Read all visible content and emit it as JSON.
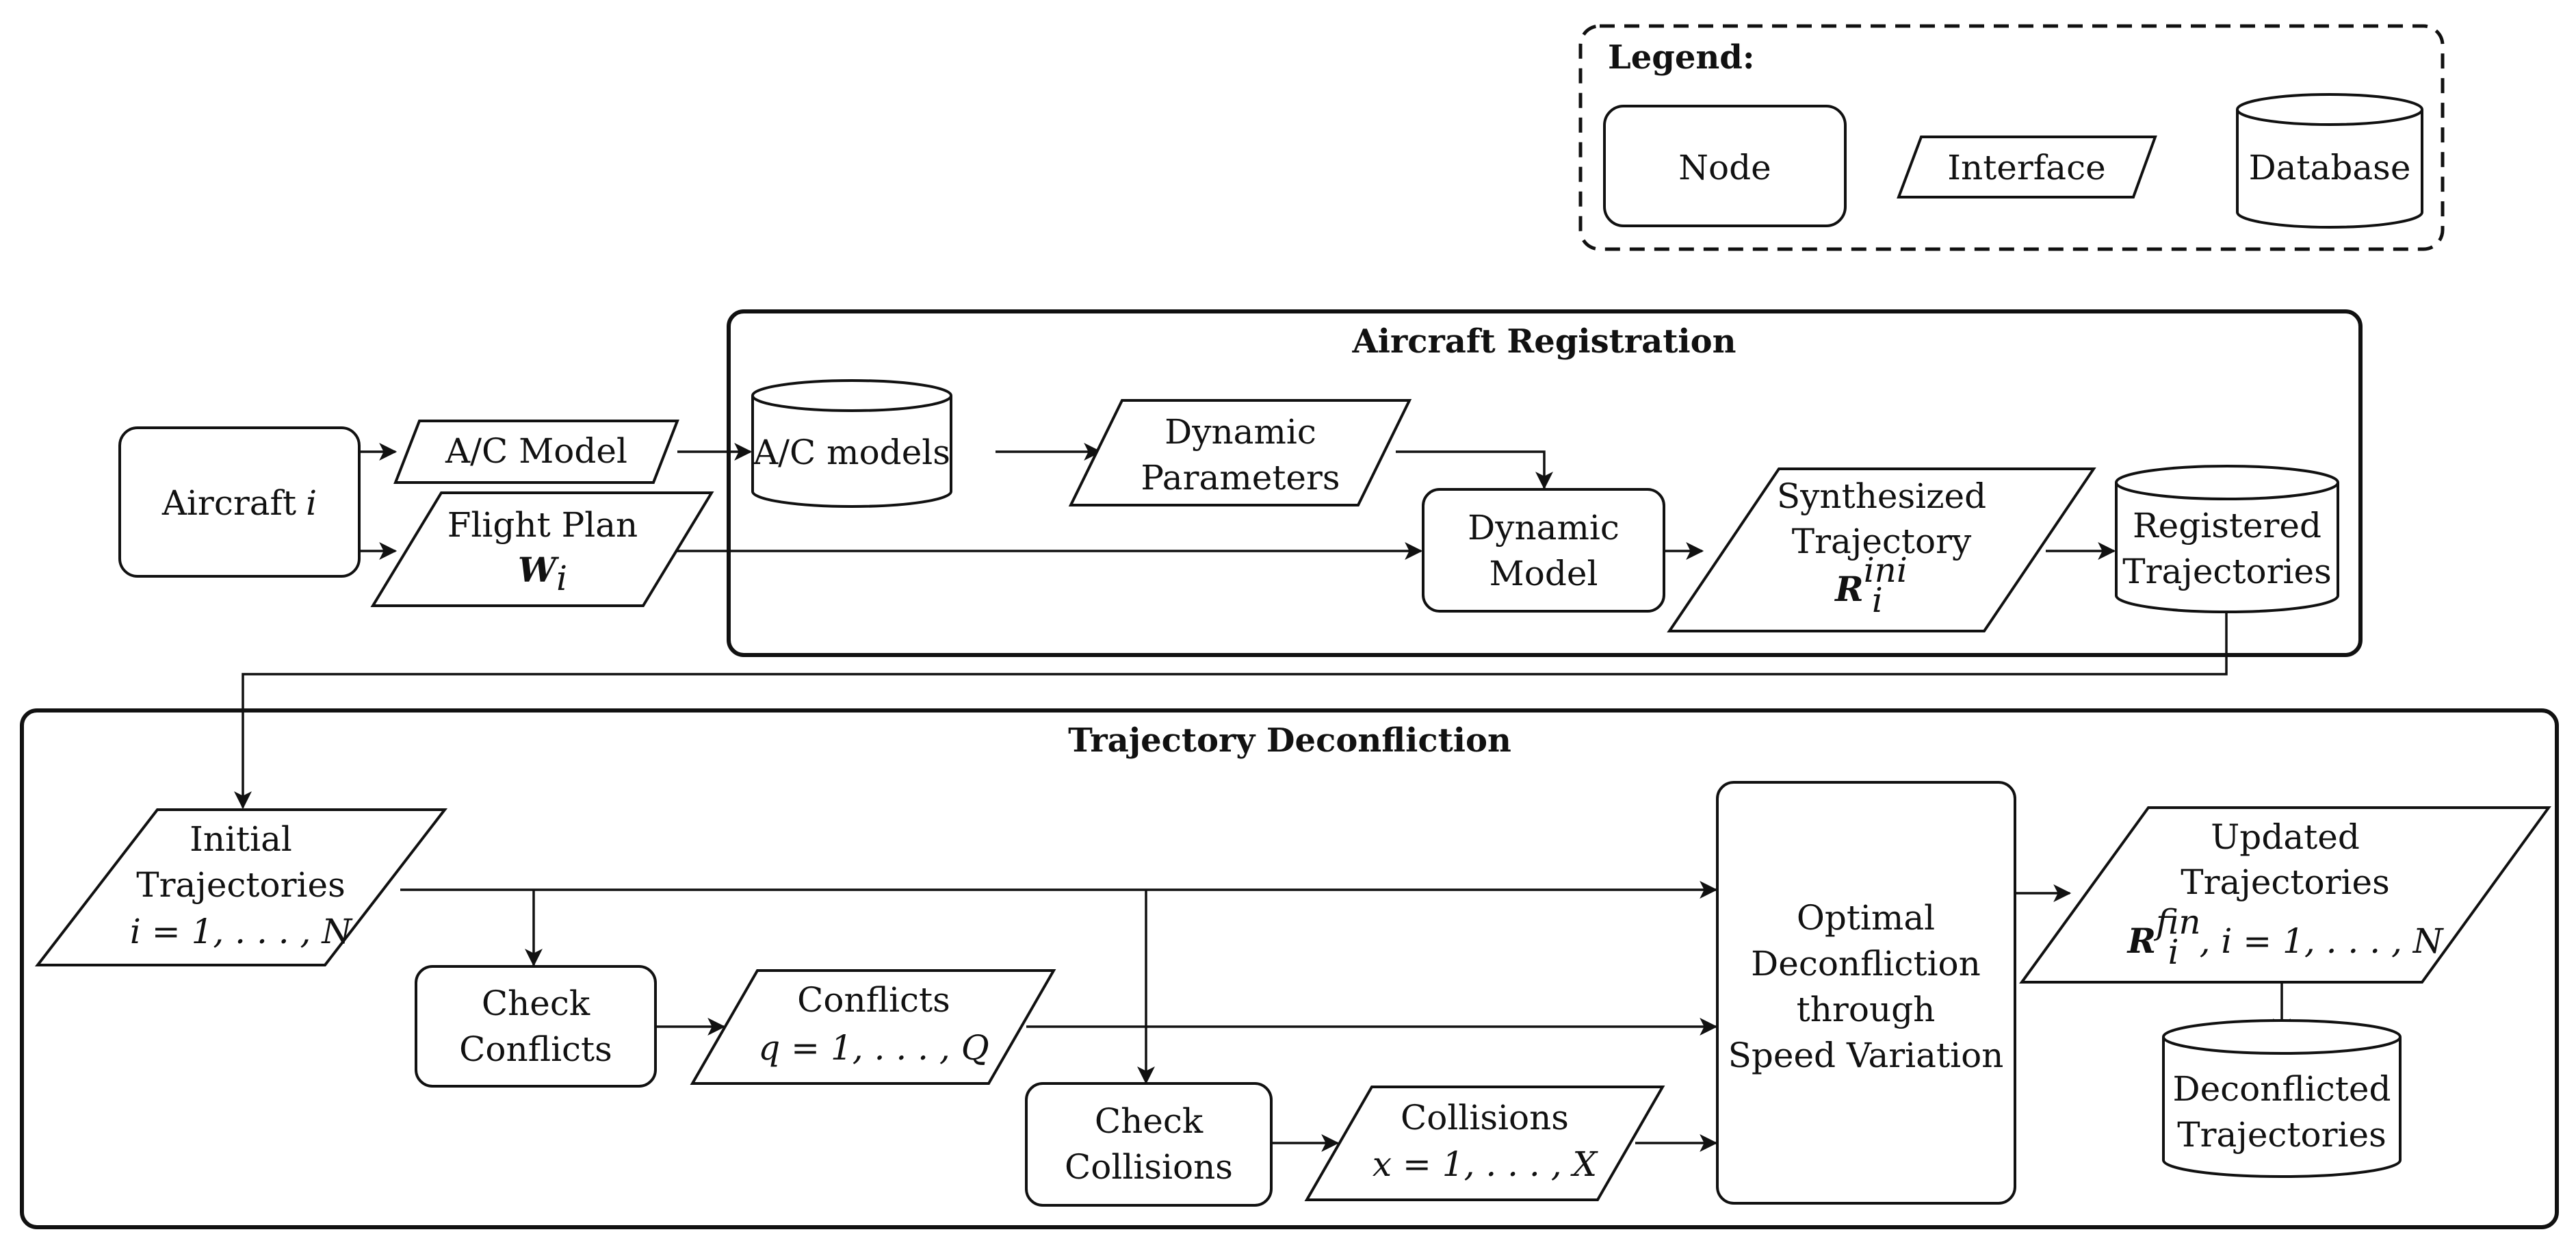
{
  "legend": {
    "title": "Legend:",
    "node": "Node",
    "interface": "Interface",
    "database": "Database"
  },
  "registration": {
    "title": "Aircraft Registration",
    "ac_models_db": "A/C models",
    "dynamic_parameters": [
      "Dynamic",
      "Parameters"
    ],
    "dynamic_model": [
      "Dynamic",
      "Model"
    ],
    "synthesized_trajectory": [
      "Synthesized",
      "Trajectory"
    ],
    "synthesized_symbol": {
      "base": "R",
      "sub": "i",
      "sup": "ini"
    },
    "registered_trajectories": [
      "Registered",
      "Trajectories"
    ]
  },
  "inputs": {
    "aircraft": "Aircraft",
    "aircraft_index": "i",
    "ac_model": "A/C Model",
    "flight_plan": "Flight Plan",
    "flight_plan_symbol": {
      "base": "W",
      "sub": "i"
    }
  },
  "deconfliction": {
    "title": "Trajectory Deconfliction",
    "initial_trajectories": [
      "Initial",
      "Trajectories"
    ],
    "initial_range": "i = 1, . . . , N",
    "check_conflicts": [
      "Check",
      "Conflicts"
    ],
    "conflicts": "Conflicts",
    "conflicts_range": "q = 1, . . . , Q",
    "check_collisions": [
      "Check",
      "Collisions"
    ],
    "collisions": "Collisions",
    "collisions_range": "x = 1, . . . , X",
    "optimal": [
      "Optimal",
      "Deconfliction",
      "through",
      "Speed Variation"
    ],
    "updated_trajectories": [
      "Updated",
      "Trajectories"
    ],
    "updated_symbol": {
      "base": "R",
      "sub": "i",
      "sup": "fin"
    },
    "updated_range": ", i = 1, . . . , N",
    "deconflicted_trajectories": [
      "Deconflicted",
      "Trajectories"
    ]
  }
}
